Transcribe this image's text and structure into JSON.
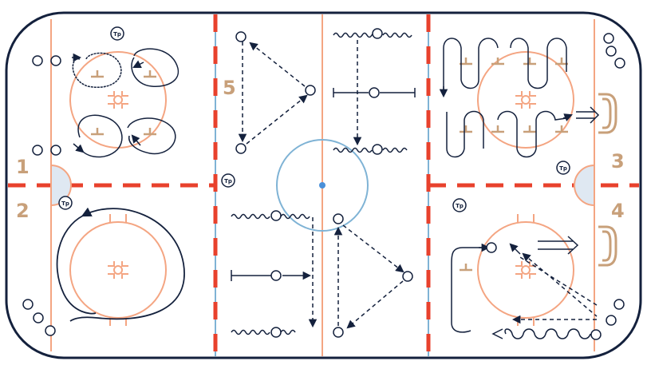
{
  "colors": {
    "board": "#14213d",
    "red_line": "#e8412c",
    "blue_line": "#7fb3d5",
    "faceoff": "#f4a582",
    "tan": "#c8a07a",
    "ice": "#ffffff",
    "crease": "#dfe8f2",
    "player": "#14213d"
  },
  "zones": {
    "zone_1": "1",
    "zone_2": "2",
    "zone_3": "3",
    "zone_4": "4",
    "zone_5": "5"
  },
  "tags": {
    "tp": "Tp"
  },
  "icons": {
    "player": "player-circle-icon",
    "pylon": "pylon-icon",
    "net": "net-icon"
  }
}
